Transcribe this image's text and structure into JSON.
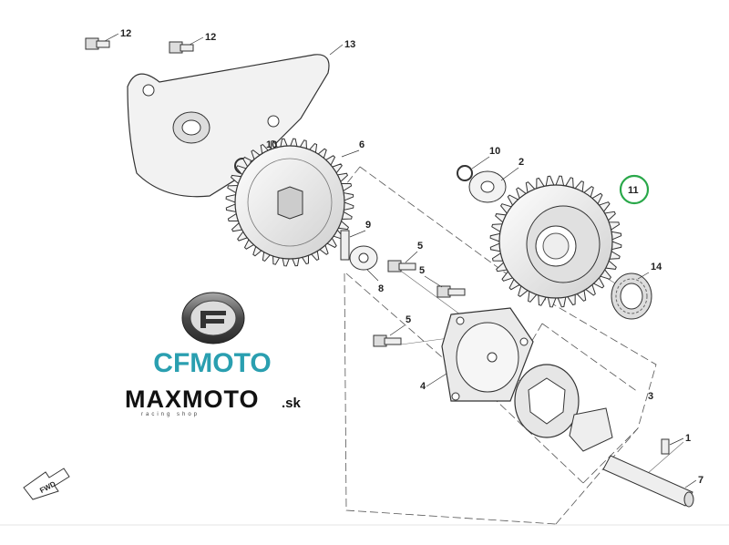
{
  "parts": {
    "p1": "1",
    "p2": "2",
    "p3": "3",
    "p4": "4",
    "p5a": "5",
    "p5b": "5",
    "p5c": "5",
    "p6": "6",
    "p7": "7",
    "p8": "8",
    "p9": "9",
    "p10a": "10",
    "p10b": "10",
    "p11": "11",
    "p12a": "12",
    "p12b": "12",
    "p13": "13",
    "p14": "14"
  },
  "highlight_color": "#2aa84a",
  "logos": {
    "cfmoto": "CFMOTO",
    "maxmoto_main": "MAXMOTO",
    "maxmoto_tld": ".sk",
    "maxmoto_tagline": "racing shop",
    "cfmoto_color": "#2a9fb0"
  },
  "fwd_label": "FWD"
}
